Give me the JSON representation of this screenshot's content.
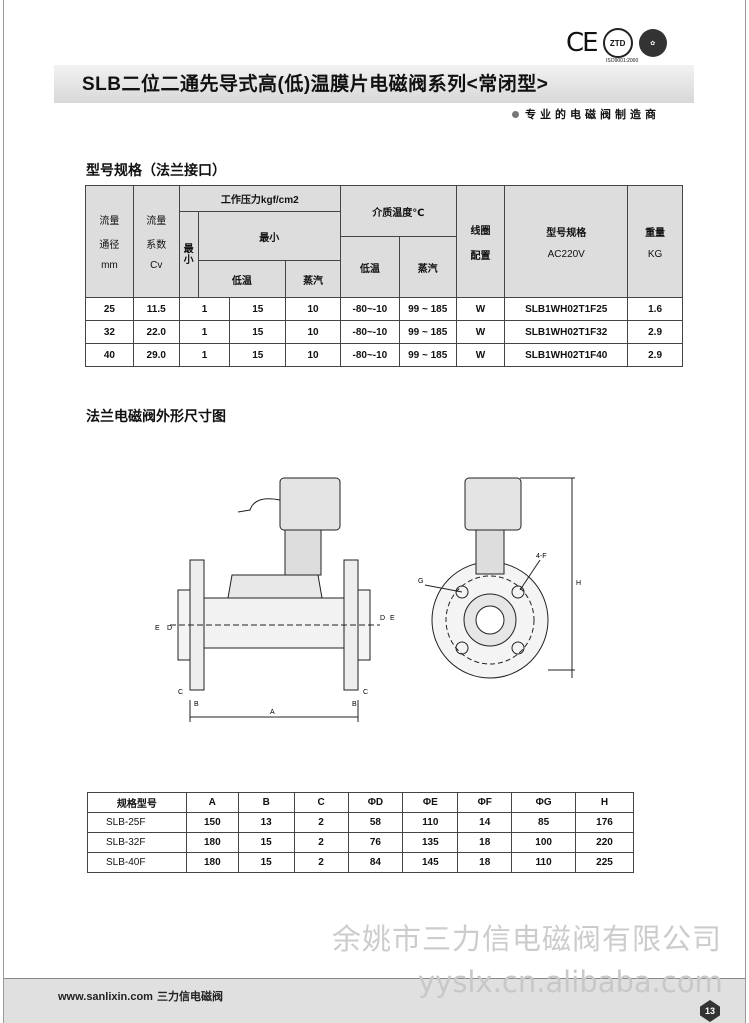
{
  "header": {
    "title": "SLB二位二通先导式高(低)温膜片电磁阀系列<常闭型>",
    "subtitle": "专业的电磁阀制造商",
    "cert_ce": "CE",
    "cert_ztd": "ZTD",
    "cert_iso": "ISO9001:2000"
  },
  "spec_section": {
    "title": "型号规格（法兰接口）",
    "headers": {
      "dn": [
        "流量",
        "通径",
        "mm"
      ],
      "cv": [
        "流量",
        "系数",
        "Cv"
      ],
      "pressure": "工作压力kgf/cm2",
      "min_v": "最小",
      "min": "最小",
      "low": "低温",
      "steam": "蒸汽",
      "temp": "介质温度℃",
      "t_low": "低温",
      "t_steam": "蒸汽",
      "coil": [
        "线圈",
        "配置"
      ],
      "model": [
        "型号规格",
        "AC220V"
      ],
      "weight": [
        "重量",
        "KG"
      ]
    },
    "rows": [
      [
        "25",
        "11.5",
        "1",
        "15",
        "10",
        "-80~-10",
        "99 ~ 185",
        "W",
        "SLB1WH02T1F25",
        "1.6"
      ],
      [
        "32",
        "22.0",
        "1",
        "15",
        "10",
        "-80~-10",
        "99 ~ 185",
        "W",
        "SLB1WH02T1F32",
        "2.9"
      ],
      [
        "40",
        "29.0",
        "1",
        "15",
        "10",
        "-80~-10",
        "99 ~ 185",
        "W",
        "SLB1WH02T1F40",
        "2.9"
      ]
    ]
  },
  "drawing_section": {
    "title": "法兰电磁阀外形尺寸图",
    "labels": {
      "A": "A",
      "B": "B",
      "C": "C",
      "D": "D",
      "E": "E",
      "G": "G",
      "H": "H",
      "F": "4-F"
    }
  },
  "dim_table": {
    "headers": [
      "规格型号",
      "A",
      "B",
      "C",
      "ΦD",
      "ΦE",
      "ΦF",
      "ΦG",
      "H"
    ],
    "rows": [
      [
        "SLB-25F",
        "150",
        "13",
        "2",
        "58",
        "110",
        "14",
        "85",
        "176"
      ],
      [
        "SLB-32F",
        "180",
        "15",
        "2",
        "76",
        "135",
        "18",
        "100",
        "220"
      ],
      [
        "SLB-40F",
        "180",
        "15",
        "2",
        "84",
        "145",
        "18",
        "110",
        "225"
      ]
    ]
  },
  "footer": {
    "company_watermark": "余姚市三力信电磁阀有限公司",
    "url": "www.sanlixin.com",
    "brand": "三力信电磁阀",
    "site_watermark": "yyslx.cn.alibaba.com",
    "page": "13"
  }
}
